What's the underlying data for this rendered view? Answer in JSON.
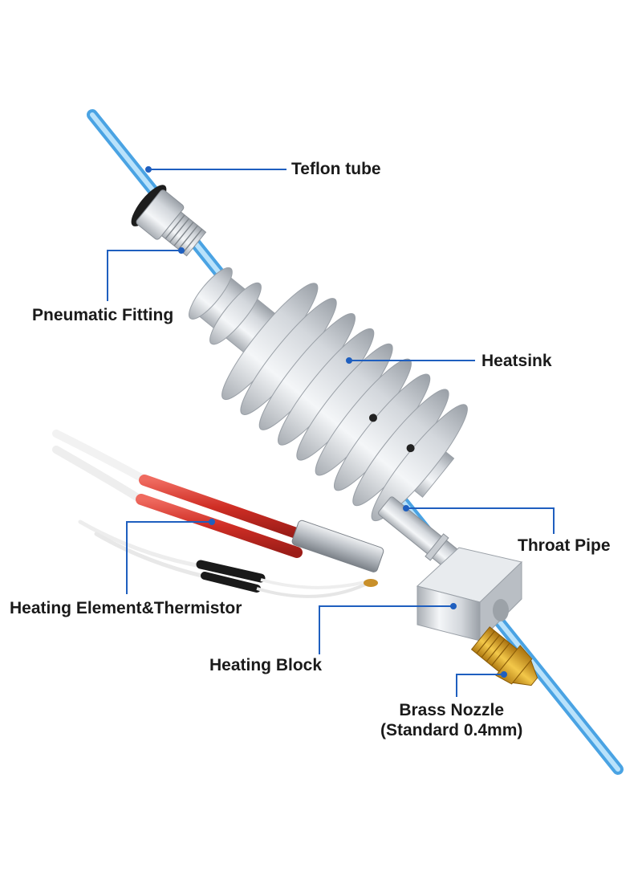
{
  "labels": {
    "teflon_tube": "Teflon tube",
    "pneumatic_fitting": "Pneumatic Fitting",
    "heatsink": "Heatsink",
    "throat_pipe": "Throat Pipe",
    "heating_element_thermistor": "Heating Element&Thermistor",
    "heating_block": "Heating Block",
    "brass_nozzle_line1": "Brass Nozzle",
    "brass_nozzle_line2": "(Standard 0.4mm)"
  },
  "colors": {
    "leader_line": "#1f5fbf",
    "filament": "#7cc0ef",
    "aluminum": "#d9dde2",
    "brass": "#e0a52a",
    "heater_red": "#d8352c",
    "text": "#1a1a1a"
  },
  "icons": [
    "teflon-tube-illustration",
    "pneumatic-fitting-illustration",
    "heatsink-illustration",
    "throat-pipe-illustration",
    "heating-block-illustration",
    "brass-nozzle-illustration",
    "heater-cartridge-illustration",
    "thermistor-illustration"
  ]
}
